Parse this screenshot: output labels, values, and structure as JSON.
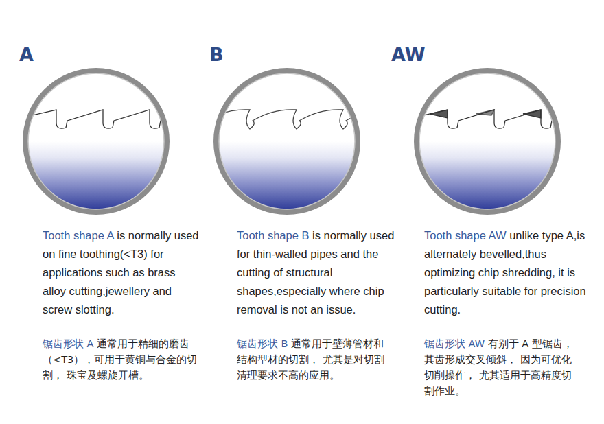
{
  "diagram": {
    "labels": [
      "A",
      "B",
      "AW",
      "Tooth shape A",
      "is normally used on fine toothing(<T3) for applications such as brass alloy cutting,jewellery and screw slotting.",
      "锯齿形状 A",
      "通常用于精细的磨齿 （<T3），可用于黄铜与合金的切割， 珠宝及螺旋开槽。",
      "Tooth shape B",
      "is normally used for thin-walled pipes and the cutting of structural shapes,especially where chip removal is not an issue.",
      "锯齿形状 B",
      "通常用于壁薄管材和结构型材的切割， 尤其是对切割清理要求不高的应用。",
      "Tooth shape AW",
      "unlike type A,is alternately bevelled,thus optimizing chip shredding, it is particularly suitable for precision cutting.",
      "锯齿形状 AW",
      "有别于 A 型锯齿， 其齿形成交叉倾斜， 因为可优化切削操作， 尤其适用于高精度切割作业。"
    ]
  }
}
